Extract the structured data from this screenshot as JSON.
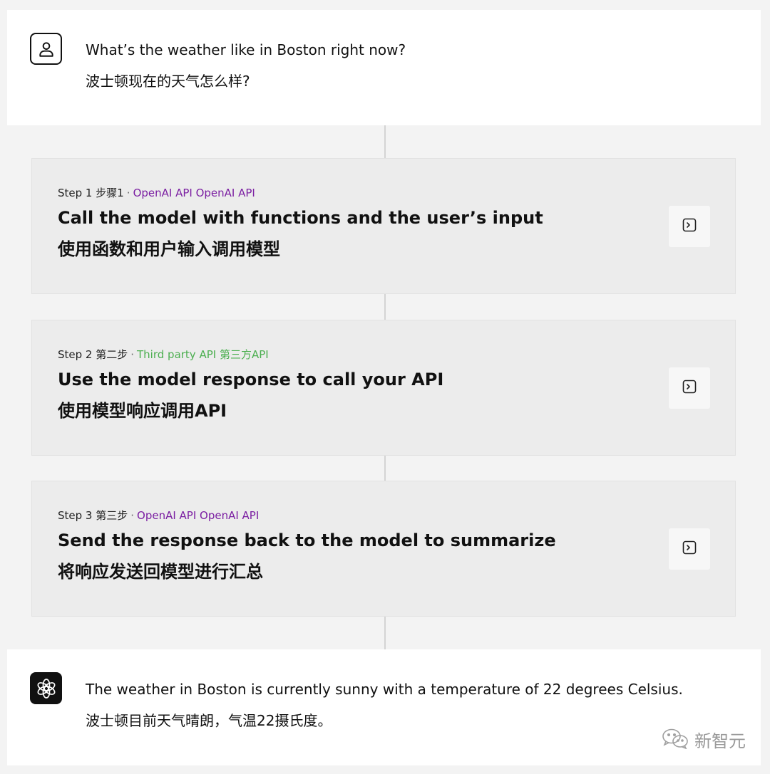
{
  "user_message": {
    "text_en": "What’s the weather like in Boston right now?",
    "text_zh": "波士顿现在的天气怎么样?"
  },
  "steps": [
    {
      "label": "Step 1 步骤1",
      "api": "OpenAI API OpenAI API",
      "api_color": "#7b1fa2",
      "title_en": "Call the model with functions and the user’s input",
      "title_zh": "使用函数和用户输入调用模型"
    },
    {
      "label": "Step 2 第二步",
      "api": "Third party API 第三方API",
      "api_color": "#4caf50",
      "title_en": "Use the model response to call your API",
      "title_zh": "使用模型响应调用API"
    },
    {
      "label": "Step 3 第三步",
      "api": "OpenAI API OpenAI API",
      "api_color": "#7b1fa2",
      "title_en": "Send the response back to the model to summarize",
      "title_zh": "将响应发送回模型进行汇总"
    }
  ],
  "separator": "·",
  "assistant_message": {
    "text_en": "The weather in Boston is currently sunny with a temperature of 22 degrees Celsius.",
    "text_zh": "波士顿目前天气晴朗，气温22摄氏度。"
  },
  "watermark": {
    "text": "新智元",
    "icon": "wechat-icon"
  },
  "icons": {
    "user_avatar": "user-icon",
    "assistant_avatar": "openai-logo-icon",
    "step_button": "terminal-icon"
  }
}
